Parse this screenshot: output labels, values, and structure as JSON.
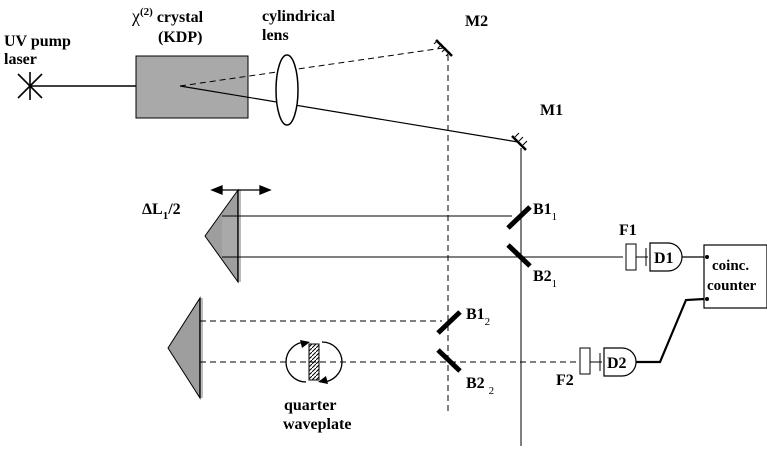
{
  "labels": {
    "uv_line1": "UV pump",
    "uv_line2": "laser",
    "chi_symbol": "χ",
    "chi_order": "(2)",
    "chi_word": " crystal",
    "kdp": "(KDP)",
    "cyl_line1": "cylindrical",
    "cyl_line2": "lens",
    "m2": "M2",
    "m1": "M1",
    "delta": "ΔL",
    "delta_sub": "1",
    "delta_tail": "/2",
    "b1_1": "B1",
    "b1_1_sub": "1",
    "b2_1": "B2",
    "b2_1_sub": "1",
    "b1_2": "B1",
    "b1_2_sub": "2",
    "b2_2": "B2",
    "b2_2_sub": "2",
    "f1": "F1",
    "f2": "F2",
    "d1": "D1",
    "d2": "D2",
    "coinc_line1": "coinc.",
    "coinc_line2": "counter",
    "qw_line1": "quarter",
    "qw_line2": "waveplate"
  },
  "colors": {
    "line": "#000000",
    "crystal_fill": "#a9a9a9",
    "prism_fill": "#9e9e9e",
    "background": "#ffffff"
  }
}
